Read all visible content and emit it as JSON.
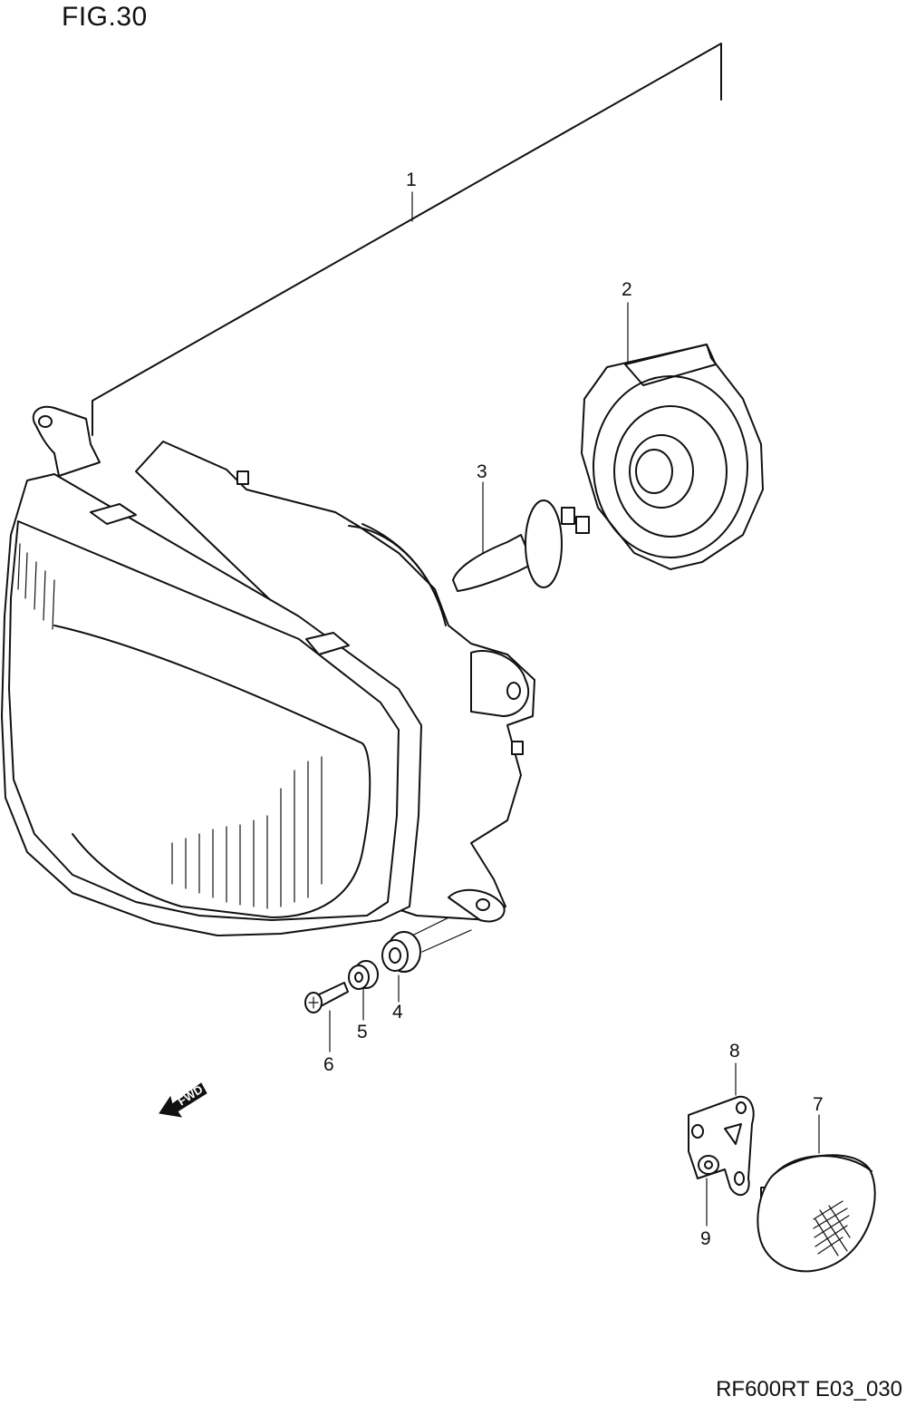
{
  "figure": {
    "title": "FIG.30",
    "code": "RF600RT E03_030"
  },
  "direction_indicator": {
    "label": "FWD"
  },
  "callouts": {
    "part_1": "1",
    "part_2": "2",
    "part_3": "3",
    "part_4": "4",
    "part_5": "5",
    "part_6": "6",
    "part_7": "7",
    "part_8": "8",
    "part_9": "9"
  }
}
